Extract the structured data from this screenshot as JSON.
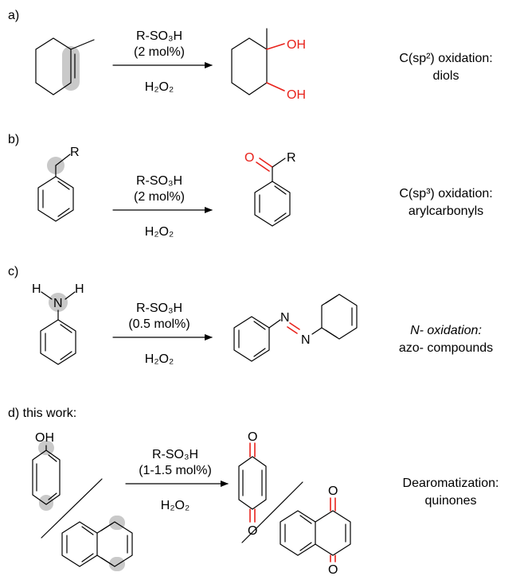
{
  "panels": [
    {
      "label": "a)",
      "reagent": "R-SO₃H",
      "loading": "(2 mol%)",
      "oxidant": "H₂O₂",
      "description_line1": "C(sp²) oxidation:",
      "description_line2": "diols",
      "product_atoms": [
        "OH",
        "OH"
      ]
    },
    {
      "label": "b)",
      "reagent": "R-SO₃H",
      "loading": "(2 mol%)",
      "oxidant": "H₂O₂",
      "description_line1": "C(sp³) oxidation:",
      "description_line2": "arylcarbonyls",
      "substrate_atoms": [
        "R"
      ],
      "product_atoms": [
        "O",
        "R"
      ]
    },
    {
      "label": "c)",
      "reagent": "R-SO₃H",
      "loading": "(0.5 mol%)",
      "oxidant": "H₂O₂",
      "description_line1": "N- oxidation:",
      "description_line2": "azo- compounds",
      "substrate_atoms": [
        "H",
        "N",
        "H"
      ],
      "product_atoms": [
        "N",
        "N"
      ]
    },
    {
      "label": "d) this work:",
      "reagent": "R-SO₃H",
      "loading": "(1-1.5 mol%)",
      "oxidant": "H₂O₂",
      "description_line1": "Dearomatization:",
      "description_line2": "quinones",
      "substrate_atoms": [
        "OH"
      ],
      "product_atoms": [
        "O",
        "O",
        "O",
        "O"
      ]
    }
  ],
  "colors": {
    "highlight": "#c9c9c9",
    "accent": "#e8221b",
    "line": "#000000"
  }
}
